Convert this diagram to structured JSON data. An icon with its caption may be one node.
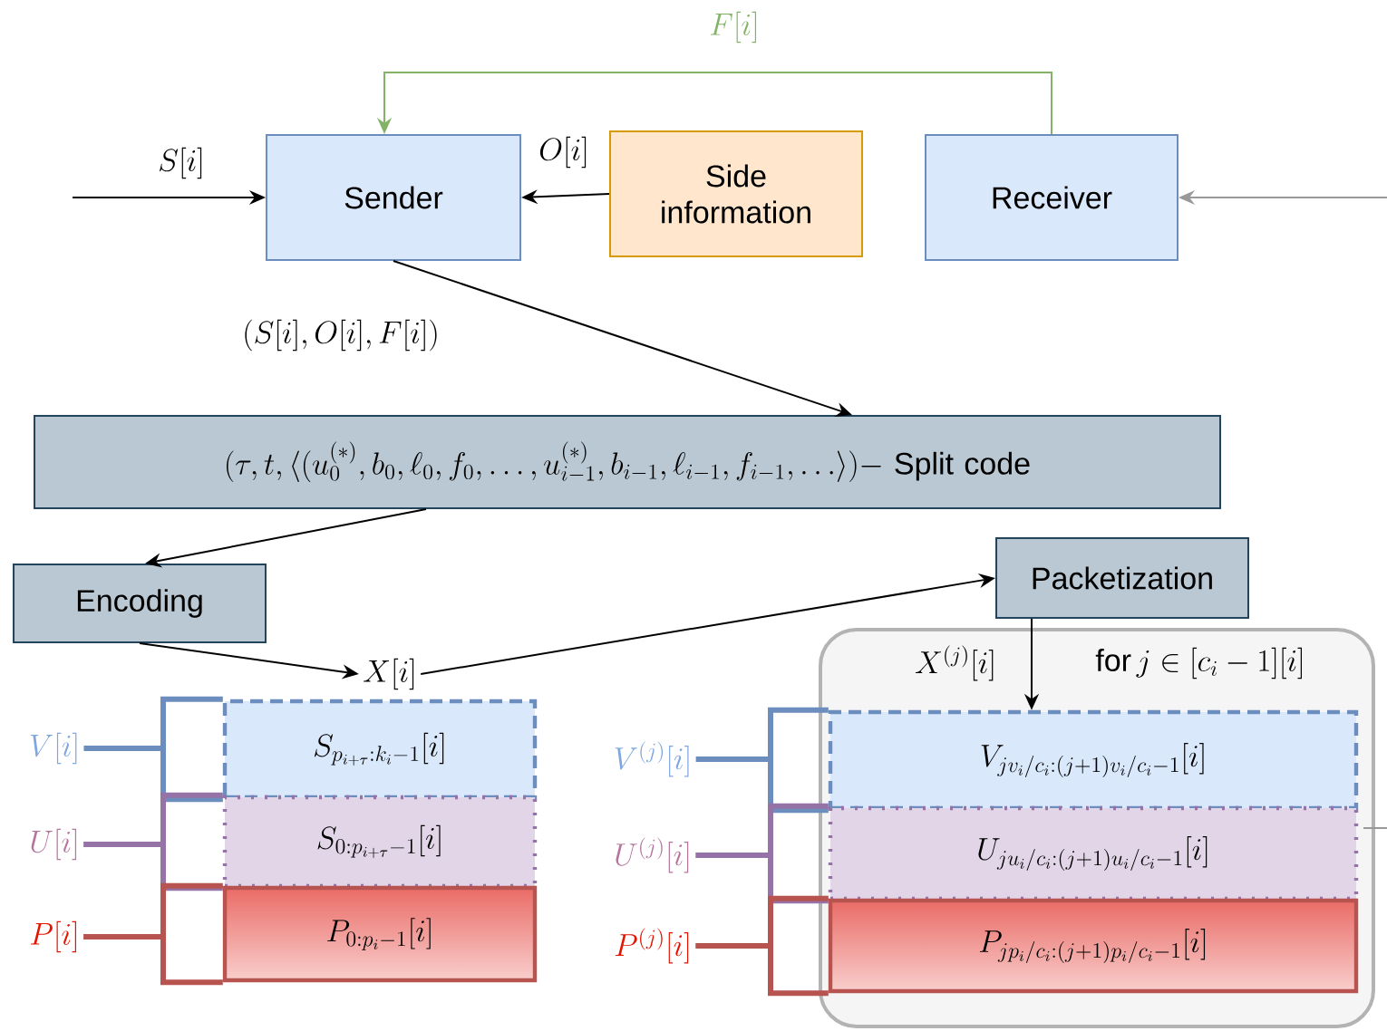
{
  "diagram": {
    "nodes": [
      {
        "text": [
          "Sender"
        ]
      },
      {
        "text": [
          "Side information"
        ]
      },
      {
        "text": [
          "Receiver"
        ]
      },
      {
        "text": [
          "(\\tau,t,\\langle(u_0^{(*)},b_0,\\ell_0,f_0,\\ldots,u_{i-1}^{(*)},b_{i-1},\\ell_{i-1},f_{i-1},\\ldots\\rangle)-",
          "Split code"
        ]
      },
      {
        "text": [
          "Encoding"
        ]
      },
      {
        "text": [
          "Packetization"
        ]
      },
      {
        "text": [
          "X[i]"
        ]
      },
      {
        "text": [
          "X^{(j)}[i]",
          "\\mbox{for}\\,j\\in[c_i-1][i]"
        ]
      },
      {
        "text": [
          "V[i]"
        ]
      },
      {
        "text": [
          "S_{p_{i+\\tau}:k_i-1}[i]"
        ]
      },
      {
        "text": [
          "U[i]"
        ]
      },
      {
        "text": [
          "S_{0:p_{i+\\tau}-1}[i]"
        ]
      },
      {
        "text": [
          "P[i]"
        ]
      },
      {
        "text": [
          "P_{0:p_i-1}[i]"
        ]
      },
      {
        "text": [
          "V^{(j)}[i]"
        ]
      },
      {
        "text": [
          "V_{jv_i/c_i:(j+1)v_i/c_i-1}[i]"
        ],
        "in": 7
      },
      {
        "text": [
          "U^{(j)}[i]"
        ]
      },
      {
        "text": [
          "U_{ju_i/c_i:(j+1)u_i/c_i-1}[i]"
        ],
        "in": 7
      },
      {
        "text": [
          "P^{(j)}[i]"
        ]
      },
      {
        "text": [
          "P_{jp_i/c_i:(j+1)p_i/c_i-1}[i]"
        ],
        "in": 7
      }
    ],
    "edges": [
      {
        "from": null,
        "to": 0,
        "arrow": "to",
        "label": "S[i]"
      },
      {
        "from": 1,
        "to": 0,
        "arrow": "to",
        "label": "O[i]"
      },
      {
        "from": 2,
        "to": 0,
        "arrow": "to",
        "label": "F[i]",
        "color": "#82b366"
      },
      {
        "from": null,
        "to": 2,
        "arrow": "to",
        "color": "#999999"
      },
      {
        "from": 0,
        "to": 3,
        "arrow": "to",
        "label": "(S[i],O[i],F[i])"
      },
      {
        "from": 3,
        "to": 4,
        "arrow": "to"
      },
      {
        "from": 4,
        "to": 6,
        "arrow": "to"
      },
      {
        "from": 6,
        "to": 5,
        "arrow": "to"
      },
      {
        "from": 5,
        "to": 15,
        "arrow": "to"
      },
      {
        "from": 8,
        "to": 9,
        "arrow": "none",
        "style": "thick",
        "color": "#6c8ebf"
      },
      {
        "from": 10,
        "to": 11,
        "arrow": "none",
        "style": "thick",
        "color": "#9673a6"
      },
      {
        "from": 12,
        "to": 13,
        "arrow": "none",
        "style": "thick",
        "color": "#b85450"
      },
      {
        "from": 14,
        "to": 15,
        "arrow": "none",
        "style": "thick",
        "color": "#6c8ebf"
      },
      {
        "from": 16,
        "to": 17,
        "arrow": "none",
        "style": "thick",
        "color": "#9673a6"
      },
      {
        "from": 18,
        "to": 19,
        "arrow": "none",
        "style": "thick",
        "color": "#b85450"
      }
    ]
  }
}
